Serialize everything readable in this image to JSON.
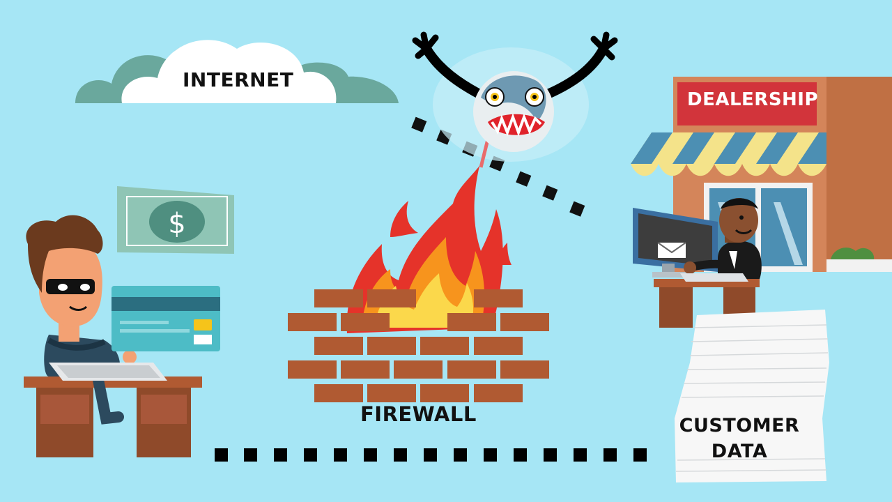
{
  "labels": {
    "internet": "INTERNET",
    "firewall": "FIREWALL",
    "dealership": "DEALERSHIP",
    "customer_data": "CUSTOMER DATA",
    "dollar_sign": "$"
  },
  "icons": {
    "cloud": "cloud-icon",
    "virus": "virus-monster-icon",
    "fire": "fire-icon",
    "brick_wall": "brick-wall-icon",
    "money": "dollar-bill-icon",
    "card": "credit-card-icon",
    "hacker": "hacker-icon",
    "store": "dealership-store-icon",
    "employee": "employee-icon",
    "paper_stack": "paper-stack-icon",
    "email": "email-icon"
  },
  "colors": {
    "background": "#a6e6f5",
    "brick": "#b05a32",
    "fire_red": "#e5332a",
    "fire_orange": "#f7941d",
    "fire_yellow": "#fbd84b",
    "store_wall": "#d4855a",
    "sign_red": "#d2343b",
    "cloud_dark": "#6aa89d",
    "cloud_light": "#ffffff",
    "money_green": "#8fc5b5",
    "card_teal": "#4dbcc6"
  }
}
